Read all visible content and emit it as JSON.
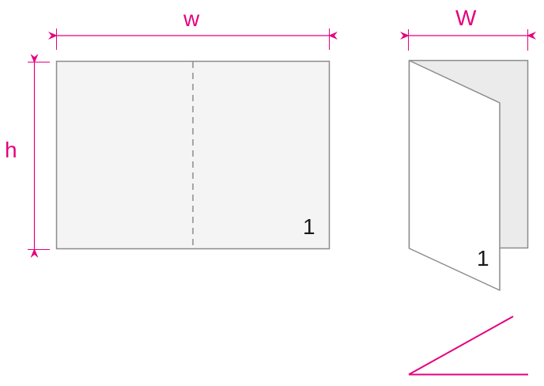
{
  "flat_sheet": {
    "width_label": "w",
    "height_label": "h",
    "page_number": "1"
  },
  "folded_sheet": {
    "width_label": "W",
    "page_number": "1"
  },
  "colors": {
    "accent": "#e6007e",
    "outline": "#8c8c8c",
    "flat_fill": "#f4f4f4",
    "back_panel_fill": "#ebebeb",
    "front_panel_fill": "#ffffff"
  }
}
